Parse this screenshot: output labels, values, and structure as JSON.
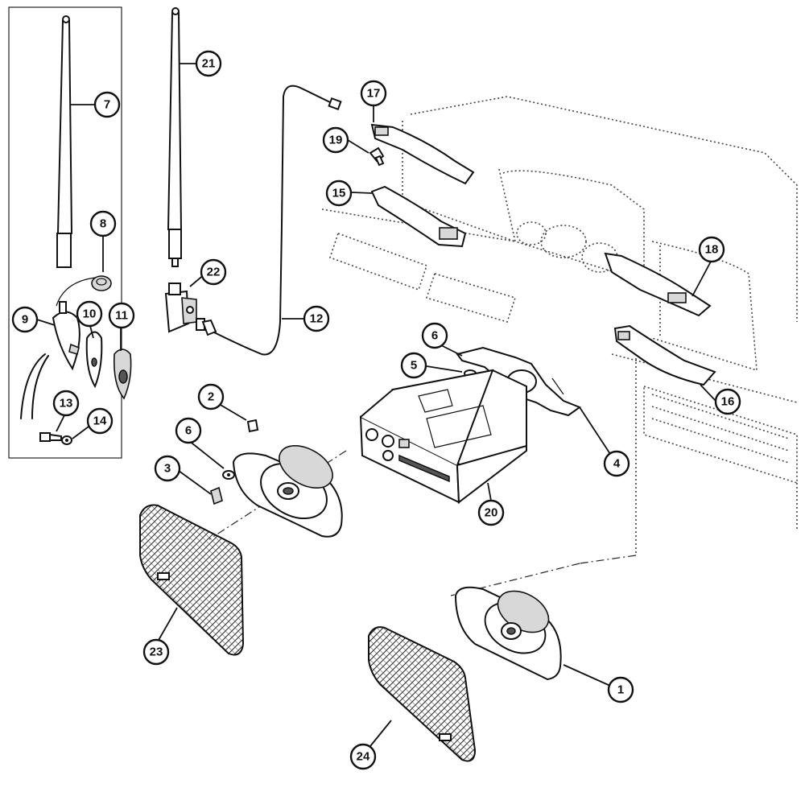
{
  "callouts": [
    {
      "id": "c1",
      "label": "1"
    },
    {
      "id": "c2",
      "label": "2"
    },
    {
      "id": "c3",
      "label": "3"
    },
    {
      "id": "c4",
      "label": "4"
    },
    {
      "id": "c5",
      "label": "5"
    },
    {
      "id": "c6a",
      "label": "6"
    },
    {
      "id": "c6b",
      "label": "6"
    },
    {
      "id": "c7",
      "label": "7"
    },
    {
      "id": "c8",
      "label": "8"
    },
    {
      "id": "c9",
      "label": "9"
    },
    {
      "id": "c10",
      "label": "10"
    },
    {
      "id": "c11",
      "label": "11"
    },
    {
      "id": "c12",
      "label": "12"
    },
    {
      "id": "c13",
      "label": "13"
    },
    {
      "id": "c14",
      "label": "14"
    },
    {
      "id": "c15",
      "label": "15"
    },
    {
      "id": "c16",
      "label": "16"
    },
    {
      "id": "c17",
      "label": "17"
    },
    {
      "id": "c18",
      "label": "18"
    },
    {
      "id": "c19",
      "label": "19"
    },
    {
      "id": "c20",
      "label": "20"
    },
    {
      "id": "c21",
      "label": "21"
    },
    {
      "id": "c22",
      "label": "22"
    },
    {
      "id": "c23",
      "label": "23"
    },
    {
      "id": "c24",
      "label": "24"
    }
  ]
}
